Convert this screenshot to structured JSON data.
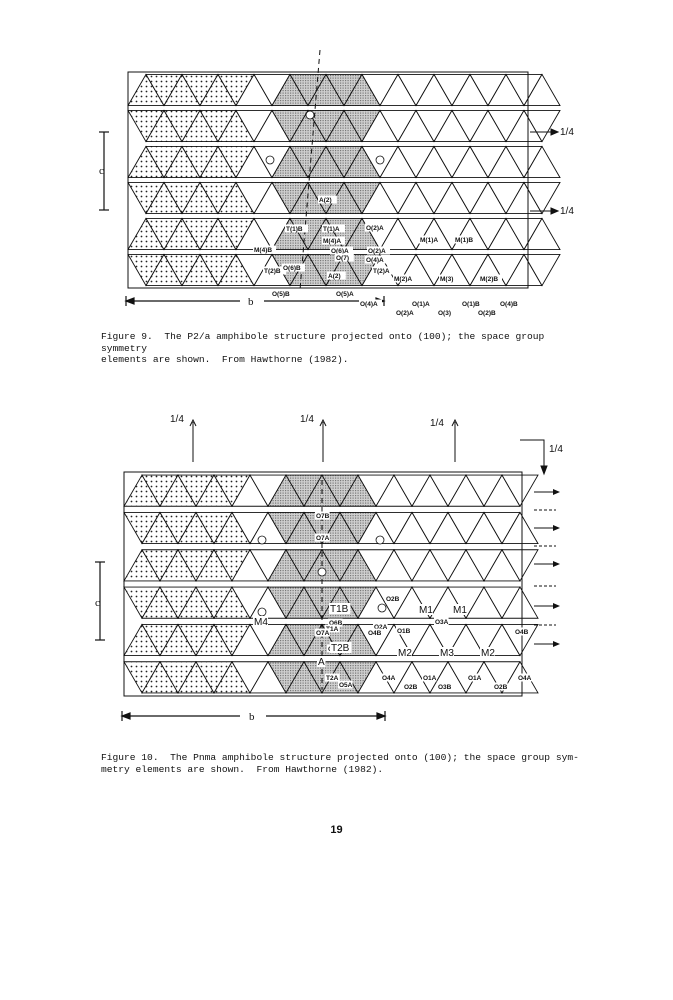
{
  "figure9": {
    "caption": "Figure 9.  The P2/a amphibole structure projected onto (100); the space group symmetry\nelements are shown.  From Hawthorne (1982).",
    "axis_b": "b",
    "axis_c": "c",
    "marks": [
      "1/4",
      "1/4"
    ],
    "labels": [
      "A(2)",
      "T(1)B",
      "T(1)A",
      "M(4)A",
      "O(2)A",
      "M(1)A",
      "M(1)B",
      "M(4)B",
      "O(6)A",
      "O(2)A",
      "O(4)A",
      "O(7)",
      "T(2)A",
      "T(2)B",
      "O(6)B",
      "A(2)",
      "M(2)A",
      "M(3)",
      "M(2)B",
      "O(5)B",
      "O(5)A",
      "O(4)A",
      "O(1)A",
      "O(1)B",
      "O(4)B",
      "O(2)A",
      "O(3)",
      "O(2)B"
    ]
  },
  "figure10": {
    "caption": "Figure 10.  The Pnma amphibole structure projected onto (100); the space group sym-\nmetry elements are shown.  From Hawthorne (1982).",
    "axis_b": "b",
    "axis_c": "c",
    "marks_top": [
      "1/4",
      "1/4",
      "1/4"
    ],
    "mark_right": "1/4",
    "labels": [
      "O7B",
      "O7A",
      "T1B",
      "O2B",
      "M1",
      "M1",
      "O3A",
      "O4B",
      "M4",
      "O6B",
      "O2A",
      "O1B",
      "T1A",
      "O7A",
      "O4B",
      "O6A",
      "T2B",
      "M2",
      "M3",
      "M2",
      "A",
      "O5A",
      "T2A",
      "O4A",
      "O2B",
      "O1A",
      "O3B",
      "O1A",
      "O2B",
      "O4A"
    ]
  },
  "page_number": "19"
}
